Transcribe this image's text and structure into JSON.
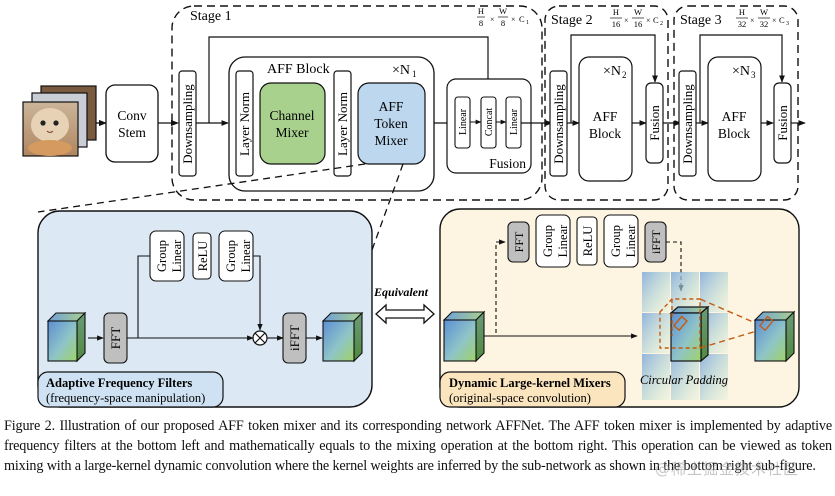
{
  "figure": {
    "input_image": "cat-photo-stack",
    "conv_stem": {
      "line1": "Conv",
      "line2": "Stem"
    },
    "stage1": {
      "title": "Stage 1",
      "dims": {
        "h": "H",
        "hd": "8",
        "w": "W",
        "wd": "8",
        "c": "C",
        "csub": "1"
      },
      "downsampling": "Downsampling",
      "aff_block": {
        "title": "AFF Block",
        "repeat": "×N",
        "repeat_sub": "1",
        "layer_norm_1": "Layer Norm",
        "channel_mixer": {
          "line1": "Channel",
          "line2": "Mixer"
        },
        "layer_norm_2": "Layer Norm",
        "token_mixer": {
          "line1": "AFF",
          "line2": "Token",
          "line3": "Mixer"
        }
      },
      "fusion": {
        "title": "Fusion",
        "linear1": "Linear",
        "concat": "Concat",
        "linear2": "Linear"
      }
    },
    "stage2": {
      "title": "Stage 2",
      "dims": {
        "h": "H",
        "hd": "16",
        "w": "W",
        "wd": "16",
        "c": "C",
        "csub": "2"
      },
      "downsampling": "Downsampling",
      "block": {
        "line1": "AFF",
        "line2": "Block"
      },
      "repeat": "×N",
      "repeat_sub": "2",
      "fusion": "Fusion"
    },
    "stage3": {
      "title": "Stage 3",
      "dims": {
        "h": "H",
        "hd": "32",
        "w": "W",
        "wd": "32",
        "c": "C",
        "csub": "3"
      },
      "downsampling": "Downsampling",
      "block": {
        "line1": "AFF",
        "line2": "Block"
      },
      "repeat": "×N",
      "repeat_sub": "3",
      "fusion": "Fusion"
    },
    "left_panel": {
      "group_linear_1": {
        "line1": "Group",
        "line2": "Linear"
      },
      "relu": "ReLU",
      "group_linear_2": {
        "line1": "Group",
        "line2": "Linear"
      },
      "fft": "FFT",
      "ifft": "iFFT",
      "multiply_symbol": "⊗",
      "label_title": "Adaptive Frequency Filters",
      "label_sub": "(frequency-space manipulation)"
    },
    "equivalent": "Equivalent",
    "right_panel": {
      "fft": "FFT",
      "group_linear_1": {
        "line1": "Group",
        "line2": "Linear"
      },
      "relu": "ReLU",
      "group_linear_2": {
        "line1": "Group",
        "line2": "Linear"
      },
      "ifft": "iFFT",
      "circular_padding": "Circular Padding",
      "label_title": "Dynamic Large-kernel Mixers",
      "label_sub": "(original-space convolution)"
    },
    "colors": {
      "channel_mixer": "#a9d18e",
      "token_mixer": "#bdd7ee",
      "left_panel_bg": "#dce9f5",
      "right_panel_bg": "#fdf5e2",
      "fft_box": "#bfbfbf",
      "kernel_orange": "#c55a11"
    }
  },
  "caption": "Figure 2. Illustration of our proposed AFF token mixer and its corresponding network AFFNet. The AFF token mixer is implemented by adaptive frequency filters at the bottom left and mathematically equals to the mixing operation at the bottom right. This operation can be viewed as token mixing with a large-kernel dynamic convolution where the kernel weights are inferred by the sub-network as shown in the bottom right sub-figure.",
  "watermark": "@稀土掘金技术社区"
}
